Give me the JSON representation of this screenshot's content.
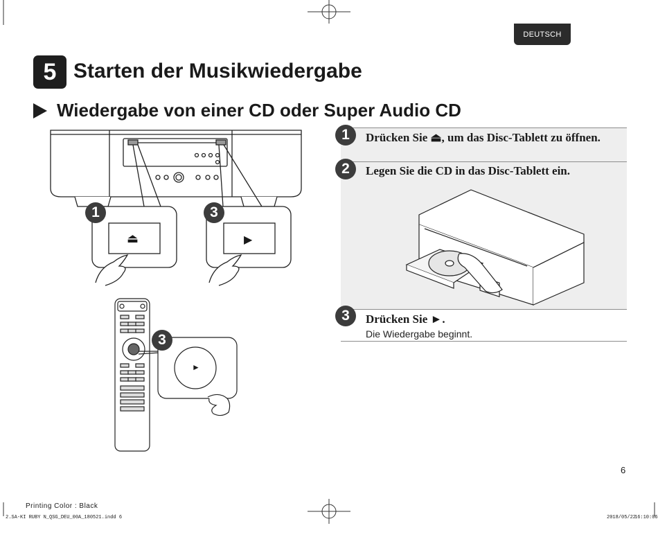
{
  "language_tab": "DEUTSCH",
  "section": {
    "number": "5",
    "title": "Starten der Musikwiedergabe"
  },
  "subsection": {
    "title": "Wiedergabe von einer CD oder Super Audio CD"
  },
  "steps": [
    {
      "number": "1",
      "text": "Drücken Sie ⏏, um das Disc-Tablett zu öffnen."
    },
    {
      "number": "2",
      "text": "Legen Sie die CD in das Disc-Tablett ein."
    },
    {
      "number": "3",
      "text": "Drücken Sie ►.",
      "subtext": "Die Wiedergabe beginnt."
    }
  ],
  "callouts": {
    "eject": {
      "number": "1",
      "icon": "eject-icon",
      "symbol": "⏏"
    },
    "play": {
      "number": "3",
      "icon": "play-icon",
      "symbol": "▶"
    },
    "remote_play": {
      "number": "3",
      "icon": "play-icon",
      "symbol": "►"
    }
  },
  "page_number": "6",
  "footer": {
    "print_color": "Printing Color : Black",
    "file": "2.SA-KI RUBY N_QSG_DEU_00A_180521.indd   6",
    "date": "2018/05/22",
    "time": "16:10:06"
  }
}
